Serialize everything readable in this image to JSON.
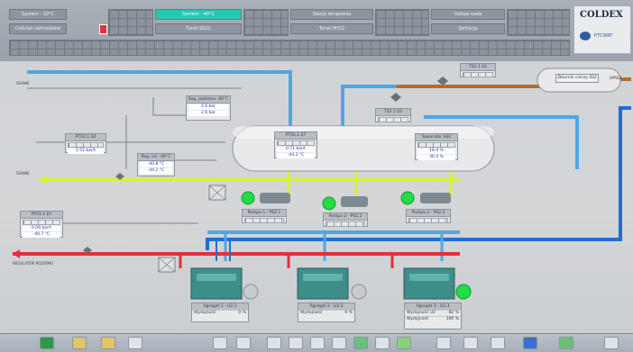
{
  "header": {
    "cells": [
      {
        "id": "system-1",
        "label": "System - 10°C"
      },
      {
        "id": "cold-store",
        "label": "Cellules zamražalne"
      },
      {
        "id": "system-2",
        "label": "System - 40°C",
        "active": true
      },
      {
        "id": "tunnel",
        "label": "Tunel SS21"
      },
      {
        "id": "station",
        "label": "Stacja skraplania"
      },
      {
        "id": "tunnel-2",
        "label": "Tunel HH22"
      },
      {
        "id": "defrost",
        "label": "Odtaja nada"
      },
      {
        "id": "defrost-2",
        "label": "Defrécja"
      }
    ],
    "brand": "COLDEX",
    "brand_sub": "PTCWRT"
  },
  "main": {
    "line_labels": {
      "left_top": "SSANIE",
      "left_mid": "SSANIE",
      "right_top": "SPREZ",
      "bottom_left": "REGULATOR POZIOMU"
    },
    "panels": {
      "reg_poz": {
        "title": "Reg. poziomu -40°C",
        "v1": "2.6 bar",
        "v2": "2.6 bar"
      },
      "pt02": {
        "title": "PT02.1.02",
        "v1": "2.52 barA"
      },
      "reg_cis": {
        "title": "Reg. cis. -40°C",
        "v1": "-40.8 °C",
        "v2": "-44.2 °C"
      },
      "pt01": {
        "title": "PT01.1.07",
        "v1": "0.09 barA",
        "v2": "-40.7 °C"
      },
      "pt02b": {
        "title": "PT02.1.07",
        "v1": "0.71 barA",
        "v2": "-44.2 °C"
      },
      "separator": {
        "title": "Separator SS2",
        "v1": "18.4 %",
        "v2": "36.4 %"
      },
      "ts2": {
        "title": "TS2 1.02",
        "v1": ""
      },
      "ts2b": {
        "title": "TS2 1.02",
        "v1": ""
      },
      "tank": {
        "title": "Zbiornik cieczy SS2"
      }
    },
    "pumps": [
      {
        "label": "Pompa 1 - PS2.1"
      },
      {
        "label": "Pompa 2 - PS2.2"
      },
      {
        "label": "Pompa 3 - PS2.3"
      }
    ],
    "aggregates": [
      {
        "label": "Agregat 1 - U2.1",
        "row1_label": "Wydajność",
        "row1_value": "0 %"
      },
      {
        "label": "Agregat 2 - U2.2",
        "row1_label": "Wydajność",
        "row1_value": "0 %"
      },
      {
        "label": "Agregat 3 - U2.3",
        "row1_label": "Wydajność U2",
        "row1_value": "82 %",
        "row2_label": "Wydajność",
        "row2_value": "100 %"
      }
    ]
  },
  "colors": {
    "blue_pipe": "#4fa7e3",
    "dark_blue_pipe": "#1f6fd1",
    "yellow_pipe": "#d8f23a",
    "red_pipe": "#e3303a",
    "orange_pipe": "#b86a2c",
    "gray_pipe": "#7a8188",
    "green_on": "#22dd44"
  }
}
